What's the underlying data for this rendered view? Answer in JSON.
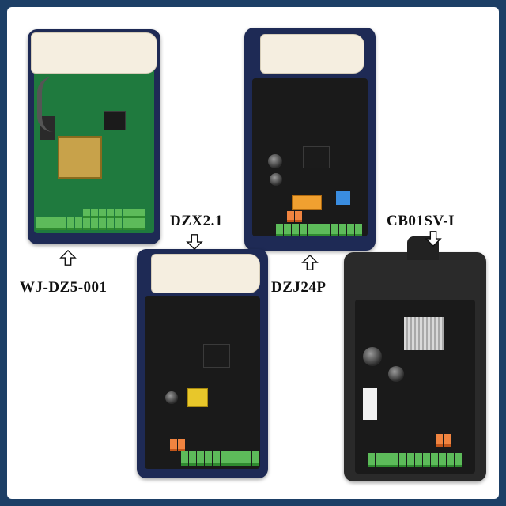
{
  "colors": {
    "outer_frame": "#1d3f66",
    "background": "#ffffff",
    "board_enclosure": "#1e2a55",
    "pcb_green": "#1f7a3e",
    "pcb_black": "#1a1a1a",
    "capacitor": "#f5eee0",
    "terminal_green": "#5dbb5a",
    "terminal_orange": "#f08440"
  },
  "labels": {
    "wj": "WJ-DZ5-001",
    "dzx": "DZX2.1",
    "dzj": "DZJ24P",
    "cb": "CB01SV-I"
  },
  "icons": {
    "wj_arrow": "up-arrow-icon",
    "dzx_arrow": "down-arrow-icon",
    "dzj_arrow": "up-arrow-icon",
    "cb_arrow": "down-arrow-icon"
  }
}
